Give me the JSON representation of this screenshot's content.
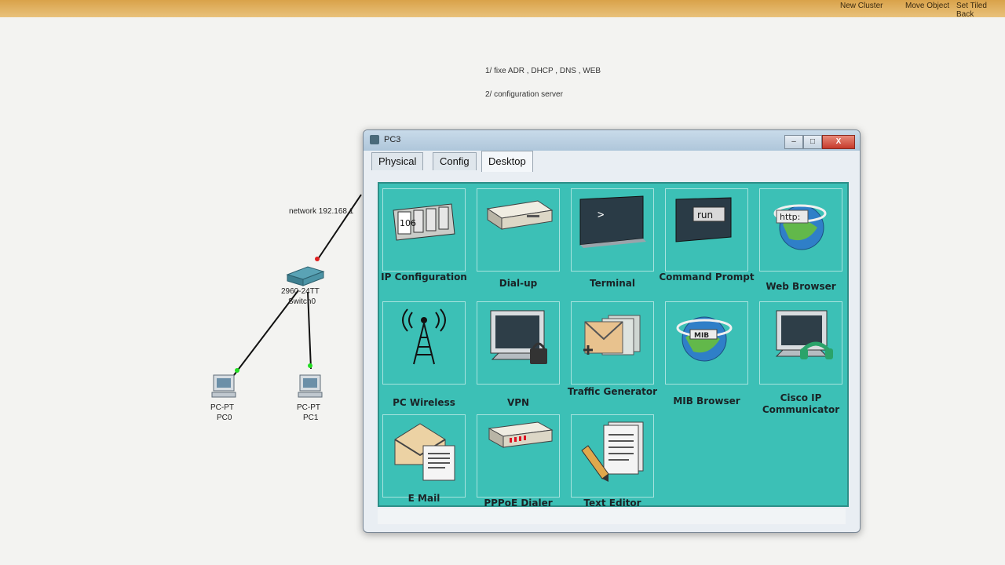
{
  "topbar": {
    "new_cluster": "New Cluster",
    "move_object": "Move Object",
    "set_tiled": "Set Tiled Back"
  },
  "notes": [
    "1/ fixe ADR , DHCP , DNS , WEB",
    "2/ configuration server"
  ],
  "topology": {
    "network_label": "network 192.168.1",
    "switch_model": "2960-24TT",
    "switch_name": "Switch0",
    "pc0_type": "PC-PT",
    "pc0_name": "PC0",
    "pc1_type": "PC-PT",
    "pc1_name": "PC1"
  },
  "window": {
    "title": "PC3",
    "minimize": "–",
    "maximize": "□",
    "close": "X",
    "tabs": [
      "Physical",
      "Config",
      "Desktop"
    ],
    "active_tab": "Desktop"
  },
  "apps": [
    {
      "label": "IP Configuration",
      "icon": "ip-configuration-icon",
      "glyph": "106"
    },
    {
      "label": "Dial-up",
      "icon": "dial-up-icon"
    },
    {
      "label": "Terminal",
      "icon": "terminal-icon",
      "glyph": ">"
    },
    {
      "label": "Command Prompt",
      "icon": "command-prompt-icon",
      "glyph": "run"
    },
    {
      "label": "Web Browser",
      "icon": "web-browser-icon",
      "glyph": "http:"
    },
    {
      "label": "PC Wireless",
      "icon": "pc-wireless-icon"
    },
    {
      "label": "VPN",
      "icon": "vpn-icon"
    },
    {
      "label": "Traffic Generator",
      "icon": "traffic-generator-icon"
    },
    {
      "label": "MIB Browser",
      "icon": "mib-browser-icon",
      "glyph": "MIB"
    },
    {
      "label": "Cisco IP Communicator",
      "icon": "cisco-ip-communicator-icon"
    },
    {
      "label": "E Mail",
      "icon": "email-icon"
    },
    {
      "label": "PPPoE Dialer",
      "icon": "pppoe-dialer-icon"
    },
    {
      "label": "Text Editor",
      "icon": "text-editor-icon"
    }
  ],
  "colors": {
    "desktop_bg": "#3cc0b6",
    "close_button": "#c63b2c"
  }
}
